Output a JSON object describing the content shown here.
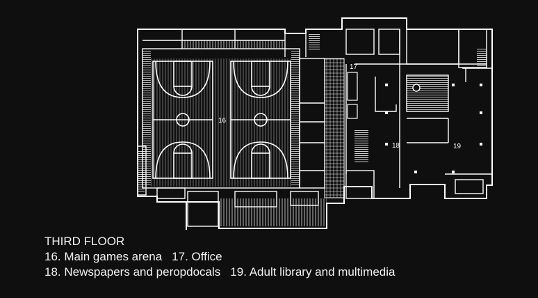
{
  "plan": {
    "room_numbers": {
      "r16": "16",
      "r17": "17",
      "r18": "18",
      "r19": "19"
    },
    "line_color": "#ffffff",
    "background_color": "#0f0f0f"
  },
  "legend": {
    "title": "THIRD FLOOR",
    "items": [
      {
        "label": "16. Main games arena"
      },
      {
        "label": "17. Office"
      },
      {
        "label": "18. Newspapers and peropdocals"
      },
      {
        "label": "19. Adult library and multimedia"
      }
    ]
  }
}
